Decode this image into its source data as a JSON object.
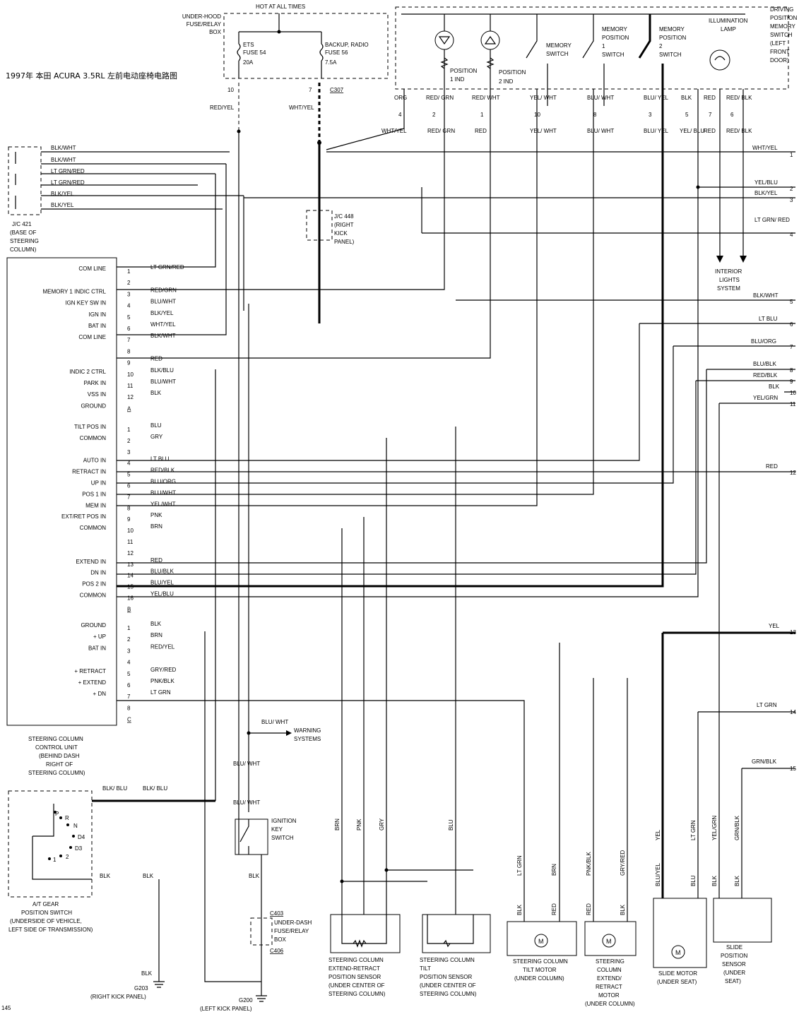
{
  "title": "1997年 本田 ACURA 3.5RL  左前电动座椅电路图",
  "page_number": "145",
  "top": {
    "hot": "HOT AT ALL TIMES",
    "fusebox": [
      "UNDER-HOOD",
      "FUSE/RELAY",
      "BOX"
    ],
    "fuse54": [
      "ETS",
      "FUSE 54",
      "20A"
    ],
    "fuse56": [
      "BACKUP, RADIO",
      "FUSE 56",
      "7.5A"
    ],
    "pin10": "10",
    "pin7": "7",
    "c307": "C307",
    "w_redyel": "RED/YEL",
    "w_whtyel": "WHT/YEL"
  },
  "switch": {
    "title": [
      "DRIVING",
      "POSITION",
      "MEMORY",
      "SWITCH",
      "(LEFT",
      "FRONT",
      "DOOR)"
    ],
    "illum": [
      "ILLUMINATION",
      "LAMP"
    ],
    "pos1": [
      "POSITION",
      "1 IND"
    ],
    "pos2": [
      "POSITION",
      "2 IND"
    ],
    "memsw": [
      "MEMORY",
      "SWITCH"
    ],
    "mem1": [
      "MEMORY",
      "POSITION",
      "1",
      "SWITCH"
    ],
    "mem2": [
      "MEMORY",
      "POSITION",
      "2",
      "SWITCH"
    ],
    "pins": [
      {
        "w": "ORG",
        "p": "4"
      },
      {
        "w": "RED/ GRN",
        "p": "2"
      },
      {
        "w": "RED/ WHT",
        "p": "1"
      },
      {
        "w": "YEL/ WHT",
        "p": "10"
      },
      {
        "w": "BLU/ WHT",
        "p": "8"
      },
      {
        "w": "BLU/ YEL",
        "p": "3"
      },
      {
        "w": "BLK",
        "p": "5"
      },
      {
        "w": "RED",
        "p": "7"
      },
      {
        "w": "RED/ BLK",
        "p": "6"
      }
    ],
    "below": [
      "WHT/YEL",
      "RED/ GRN",
      "RED",
      "YEL/ WHT",
      "BLU/ WHT",
      "BLU/ YEL",
      "YEL/ BLU",
      "RED",
      "RED/ BLK"
    ]
  },
  "jc421": {
    "wires": [
      "BLK/WHT",
      "BLK/WHT",
      "LT GRN/RED",
      "LT GRN/RED",
      "BLK/YEL",
      "BLK/YEL"
    ],
    "label": [
      "J/C 421",
      "(BASE OF",
      "STEERING",
      "COLUMN)"
    ]
  },
  "jc448": [
    "J/C 448",
    "(RIGHT",
    "KICK",
    "PANEL)"
  ],
  "interior": [
    "INTERIOR",
    "LIGHTS",
    "SYSTEM"
  ],
  "unit": {
    "label": [
      "STEERING COLUMN",
      "CONTROL UNIT",
      "(BEHIND DASH",
      "RIGHT OF",
      "STEERING COLUMN)"
    ],
    "groupA": [
      {
        "n": "COM LINE",
        "p": "1",
        "w": "LT GRN/RED"
      },
      {
        "n": "",
        "p": "2",
        "w": ""
      },
      {
        "n": "MEMORY 1 INDIC CTRL",
        "p": "3",
        "w": "RED/GRN"
      },
      {
        "n": "IGN KEY SW IN",
        "p": "4",
        "w": "BLU/WHT"
      },
      {
        "n": "IGN IN",
        "p": "5",
        "w": "BLK/YEL"
      },
      {
        "n": "BAT IN",
        "p": "6",
        "w": "WHT/YEL"
      },
      {
        "n": "COM LINE",
        "p": "7",
        "w": "BLK/WHT"
      },
      {
        "n": "",
        "p": "8",
        "w": ""
      },
      {
        "n": "",
        "p": "9",
        "w": "RED"
      },
      {
        "n": "INDIC 2 CTRL",
        "p": "10",
        "w": "BLK/BLU"
      },
      {
        "n": "PARK IN",
        "p": "11",
        "w": "BLU/WHT"
      },
      {
        "n": "VSS IN",
        "p": "12",
        "w": "BLK"
      },
      {
        "n": "GROUND",
        "p": "A",
        "w": ""
      }
    ],
    "groupB": [
      {
        "n": "TILT POS IN",
        "p": "1",
        "w": "BLU"
      },
      {
        "n": "COMMON",
        "p": "2",
        "w": "GRY"
      },
      {
        "n": "",
        "p": "3",
        "w": ""
      },
      {
        "n": "AUTO IN",
        "p": "4",
        "w": "LT BLU"
      },
      {
        "n": "RETRACT IN",
        "p": "5",
        "w": "RED/BLK"
      },
      {
        "n": "UP IN",
        "p": "6",
        "w": "BLU/ORG"
      },
      {
        "n": "POS 1 IN",
        "p": "7",
        "w": "BLU/WHT"
      },
      {
        "n": "MEM IN",
        "p": "8",
        "w": "YEL/WHT"
      },
      {
        "n": "EXT/RET POS IN",
        "p": "9",
        "w": "PNK"
      },
      {
        "n": "COMMON",
        "p": "10",
        "w": "BRN"
      },
      {
        "n": "",
        "p": "11",
        "w": ""
      },
      {
        "n": "",
        "p": "12",
        "w": ""
      },
      {
        "n": "EXTEND IN",
        "p": "13",
        "w": "RED"
      },
      {
        "n": "DN IN",
        "p": "14",
        "w": "BLU/BLK"
      },
      {
        "n": "POS 2 IN",
        "p": "15",
        "w": "BLU/YEL"
      },
      {
        "n": "COMMON",
        "p": "16",
        "w": "YEL/BLU"
      },
      {
        "n": "",
        "p": "B",
        "w": ""
      }
    ],
    "groupC": [
      {
        "n": "GROUND",
        "p": "1",
        "w": "BLK"
      },
      {
        "n": "+ UP",
        "p": "2",
        "w": "BRN"
      },
      {
        "n": "BAT IN",
        "p": "3",
        "w": "RED/YEL"
      },
      {
        "n": "",
        "p": "4",
        "w": ""
      },
      {
        "n": "+ RETRACT",
        "p": "5",
        "w": "GRY/RED"
      },
      {
        "n": "+ EXTEND",
        "p": "6",
        "w": "PNK/BLK"
      },
      {
        "n": "+ DN",
        "p": "7",
        "w": "LT GRN"
      },
      {
        "n": "",
        "p": "8",
        "w": ""
      },
      {
        "n": "",
        "p": "C",
        "w": ""
      }
    ]
  },
  "right_edge": [
    {
      "w": "WHT/YEL",
      "n": "1"
    },
    {
      "w": "YEL/BLU",
      "n": ""
    },
    {
      "w": "BLK/YEL",
      "n": "2"
    },
    {
      "w": "",
      "n": "3"
    },
    {
      "w": "LT GRN/ RED",
      "n": "4"
    },
    {
      "w": "BLK/WHT",
      "n": "5"
    },
    {
      "w": "LT BLU",
      "n": "6"
    },
    {
      "w": "BLU/ORG",
      "n": "7"
    },
    {
      "w": "BLU/BLK",
      "n": "8"
    },
    {
      "w": "RED/BLK",
      "n": "9"
    },
    {
      "w": "BLK",
      "n": "10"
    },
    {
      "w": "YEL/GRN",
      "n": "11"
    },
    {
      "w": "RED",
      "n": "12"
    },
    {
      "w": "YEL",
      "n": "13"
    },
    {
      "w": "LT GRN",
      "n": "14"
    },
    {
      "w": "GRN/BLK",
      "n": "15"
    }
  ],
  "bottom": {
    "warning": [
      "WARNING",
      "SYSTEMS"
    ],
    "bluwht": "BLU/ WHT",
    "ign": [
      "IGNITION",
      "KEY",
      "SWITCH"
    ],
    "c403": "C403",
    "c406": "C406",
    "udfb": [
      "UNDER-DASH",
      "FUSE/RELAY",
      "BOX"
    ],
    "g200": [
      "G200",
      "(LEFT KICK PANEL)"
    ],
    "g203": [
      "G203",
      "(RIGHT KICK PANEL)"
    ],
    "at": [
      "A/T GEAR",
      "POSITION SWITCH",
      "(UNDERSIDE OF VEHICLE,",
      "LEFT SIDE OF TRANSMISSION)"
    ],
    "gears": [
      "P",
      "R",
      "N",
      "D4",
      "D3",
      "2",
      "1"
    ],
    "blkblu": "BLK/ BLU",
    "blk": "BLK",
    "ext_sensor": [
      "STEERING COLUMN",
      "EXTEND-RETRACT",
      "POSITION SENSOR",
      "(UNDER CENTER OF",
      "STEERING COLUMN)"
    ],
    "tilt_sensor": [
      "STEERING COLUMN",
      "TILT",
      "POSITION SENSOR",
      "(UNDER CENTER OF",
      "STEERING COLUMN)"
    ],
    "tilt_motor": [
      "STEERING COLUMN",
      "TILT MOTOR",
      "(UNDER COLUMN)"
    ],
    "ext_motor": [
      "STEERING",
      "COLUMN",
      "EXTEND/",
      "RETRACT",
      "MOTOR",
      "(UNDER COLUMN)"
    ],
    "slide_motor": [
      "SLIDE MOTOR",
      "(UNDER SEAT)"
    ],
    "slide_sensor": [
      "SLIDE",
      "POSITION",
      "SENSOR",
      "(UNDER",
      "SEAT)"
    ],
    "vert_labels": [
      "BRN",
      "PNK",
      "GRY",
      "BLU",
      "LT GRN",
      "BRN",
      "PNK/BLK",
      "GRY/RED",
      "YEL",
      "LT GRN",
      "YEL/GRN",
      "GRN/BLK",
      "BLU/YEL",
      "BLU",
      "BLK",
      "BLK",
      "RED",
      "BLK",
      "RED",
      "BLK"
    ]
  }
}
